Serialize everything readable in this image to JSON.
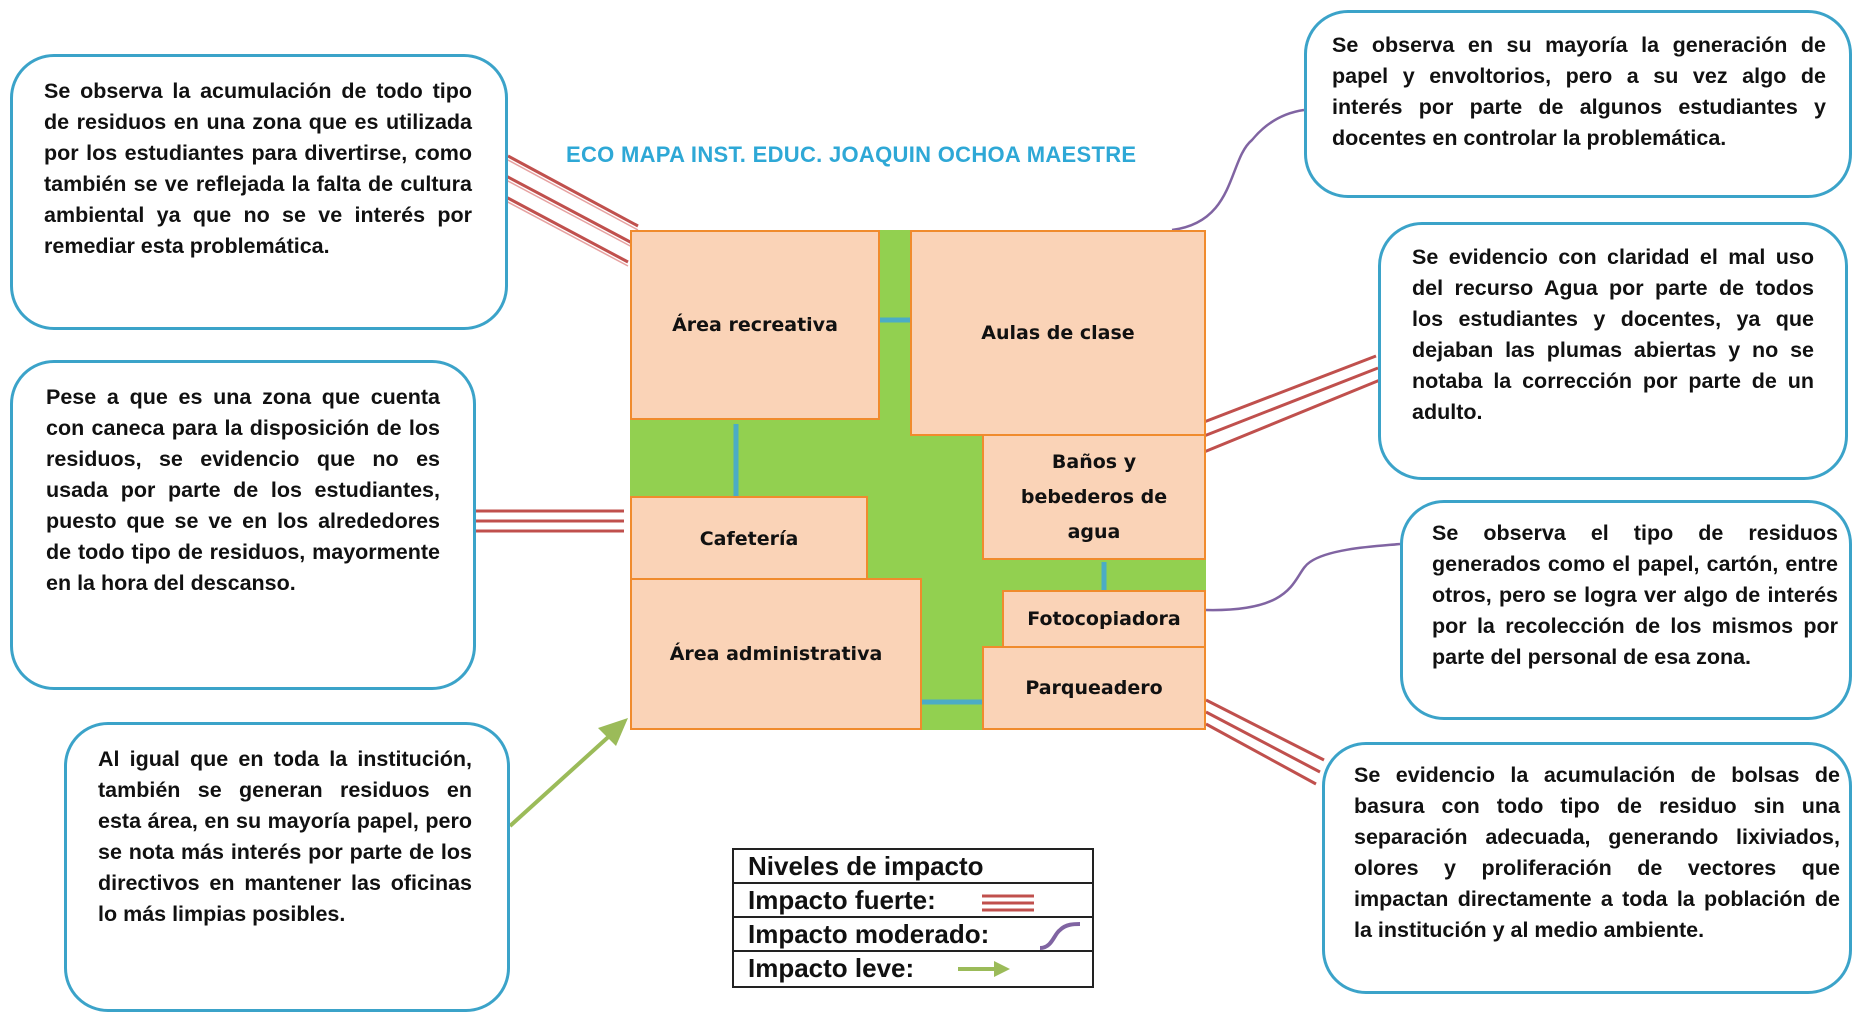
{
  "title": "ECO MAPA INST. EDUC. JOAQUIN OCHOA MAESTRE",
  "rooms": {
    "area_recreativa": "Área recreativa",
    "aulas": "Aulas de clase",
    "banos": "Baños y bebederos de agua",
    "cafeteria": "Cafetería",
    "area_admin": "Área administrativa",
    "fotocopiadora": "Fotocopiadora",
    "parqueadero": "Parqueadero"
  },
  "notes": {
    "top_left": "Se observa la acumulación de todo tipo de residuos en una zona que es utilizada por los estudiantes para divertirse, como también se ve reflejada la falta de cultura ambiental ya que no se ve interés por remediar esta problemática.",
    "mid_left": "Pese a que es una zona que cuenta con caneca para la disposición de los residuos, se evidencio que no es usada por parte de los estudiantes, puesto que se ve en los alrededores de todo tipo de residuos, mayormente en la hora del descanso.",
    "bottom_left": "Al igual que en toda la institución, también se generan residuos en esta área, en su mayoría papel, pero se nota más interés por parte de los directivos en mantener las oficinas lo más limpias posibles.",
    "top_right": "Se observa en su mayoría la generación de papel y envoltorios, pero a su vez algo de interés por parte de algunos estudiantes y docentes en controlar la problemática.",
    "upper_right": "Se evidencio con claridad el mal uso del recurso Agua por parte de todos los estudiantes y docentes, ya que dejaban las plumas abiertas y no se notaba la corrección por parte de un adulto.",
    "middle_right": "Se observa el tipo de residuos generados como el papel, cartón, entre otros, pero se logra ver algo de interés por la recolección de los mismos por parte del personal de esa zona.",
    "bottom_right": "Se evidencio la acumulación de bolsas de basura con todo tipo de residuo sin una separación adecuada, generando lixiviados, olores y proliferación de vectores que impactan directamente a toda la población de la institución y al medio ambiente."
  },
  "legend": {
    "header": "Niveles de impacto",
    "strong": "Impacto fuerte:",
    "moderate": "Impacto moderado:",
    "mild": "Impacto leve:"
  },
  "colors": {
    "strong": "#c0504d",
    "moderate": "#8064a2",
    "mild": "#9bbb59",
    "room_fill": "#fad3b7",
    "room_border": "#f08b2d",
    "green_area": "#92d050",
    "bubble_border": "#3ba3c9",
    "title": "#2ea8d6"
  }
}
